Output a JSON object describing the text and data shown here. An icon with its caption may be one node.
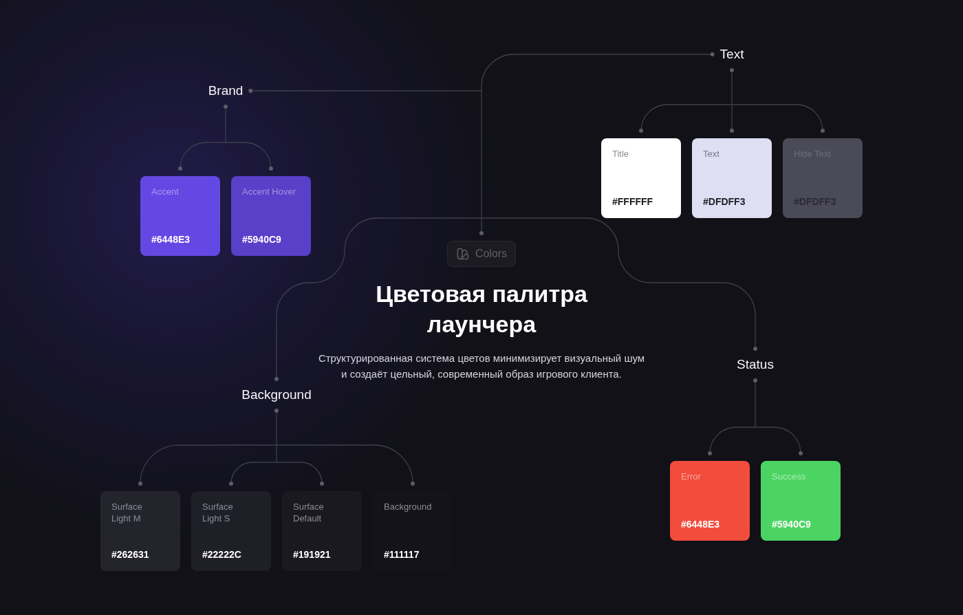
{
  "diagram": {
    "title": "Цветовая палитра лаунчера",
    "nodes": [
      {
        "text": [
          "Colors"
        ]
      },
      {
        "text": [
          "Brand"
        ]
      },
      {
        "text": [
          "Accent",
          "#6448E3"
        ]
      },
      {
        "text": [
          "Accent Hover",
          "#5940C9"
        ]
      },
      {
        "text": [
          "Text"
        ]
      },
      {
        "text": [
          "Title",
          "#FFFFFF"
        ]
      },
      {
        "text": [
          "Text",
          "#DFDFF3"
        ]
      },
      {
        "text": [
          "Hide Text",
          "#DFDFF3"
        ]
      },
      {
        "text": [
          "Background"
        ]
      },
      {
        "text": [
          "Surface Light M",
          "#262631"
        ]
      },
      {
        "text": [
          "Surface Light S",
          "#22222C"
        ]
      },
      {
        "text": [
          "Surface Default",
          "#191921"
        ]
      },
      {
        "text": [
          "Background",
          "#111117"
        ]
      },
      {
        "text": [
          "Status"
        ]
      },
      {
        "text": [
          "Error",
          "#6448E3"
        ]
      },
      {
        "text": [
          "Success",
          "#5940C9"
        ]
      }
    ],
    "edges": [
      {
        "from": 0,
        "to": 1,
        "arrow": "other"
      },
      {
        "from": 0,
        "to": 4,
        "arrow": "other"
      },
      {
        "from": 0,
        "to": 8,
        "arrow": "other"
      },
      {
        "from": 0,
        "to": 13,
        "arrow": "other"
      },
      {
        "from": 1,
        "to": 2,
        "arrow": "other"
      },
      {
        "from": 1,
        "to": 3,
        "arrow": "other"
      },
      {
        "from": 4,
        "to": 5,
        "arrow": "other"
      },
      {
        "from": 4,
        "to": 6,
        "arrow": "other"
      },
      {
        "from": 4,
        "to": 7,
        "arrow": "other"
      },
      {
        "from": 8,
        "to": 9,
        "arrow": "other"
      },
      {
        "from": 8,
        "to": 10,
        "arrow": "other"
      },
      {
        "from": 8,
        "to": 11,
        "arrow": "other"
      },
      {
        "from": 8,
        "to": 12,
        "arrow": "other"
      },
      {
        "from": 13,
        "to": 14,
        "arrow": "other"
      },
      {
        "from": 13,
        "to": 15,
        "arrow": "other"
      }
    ],
    "labels": [
      "Структурированная система цветов минимизирует визуальный шум и создаёт цельный, современный образ игрового клиента."
    ]
  }
}
